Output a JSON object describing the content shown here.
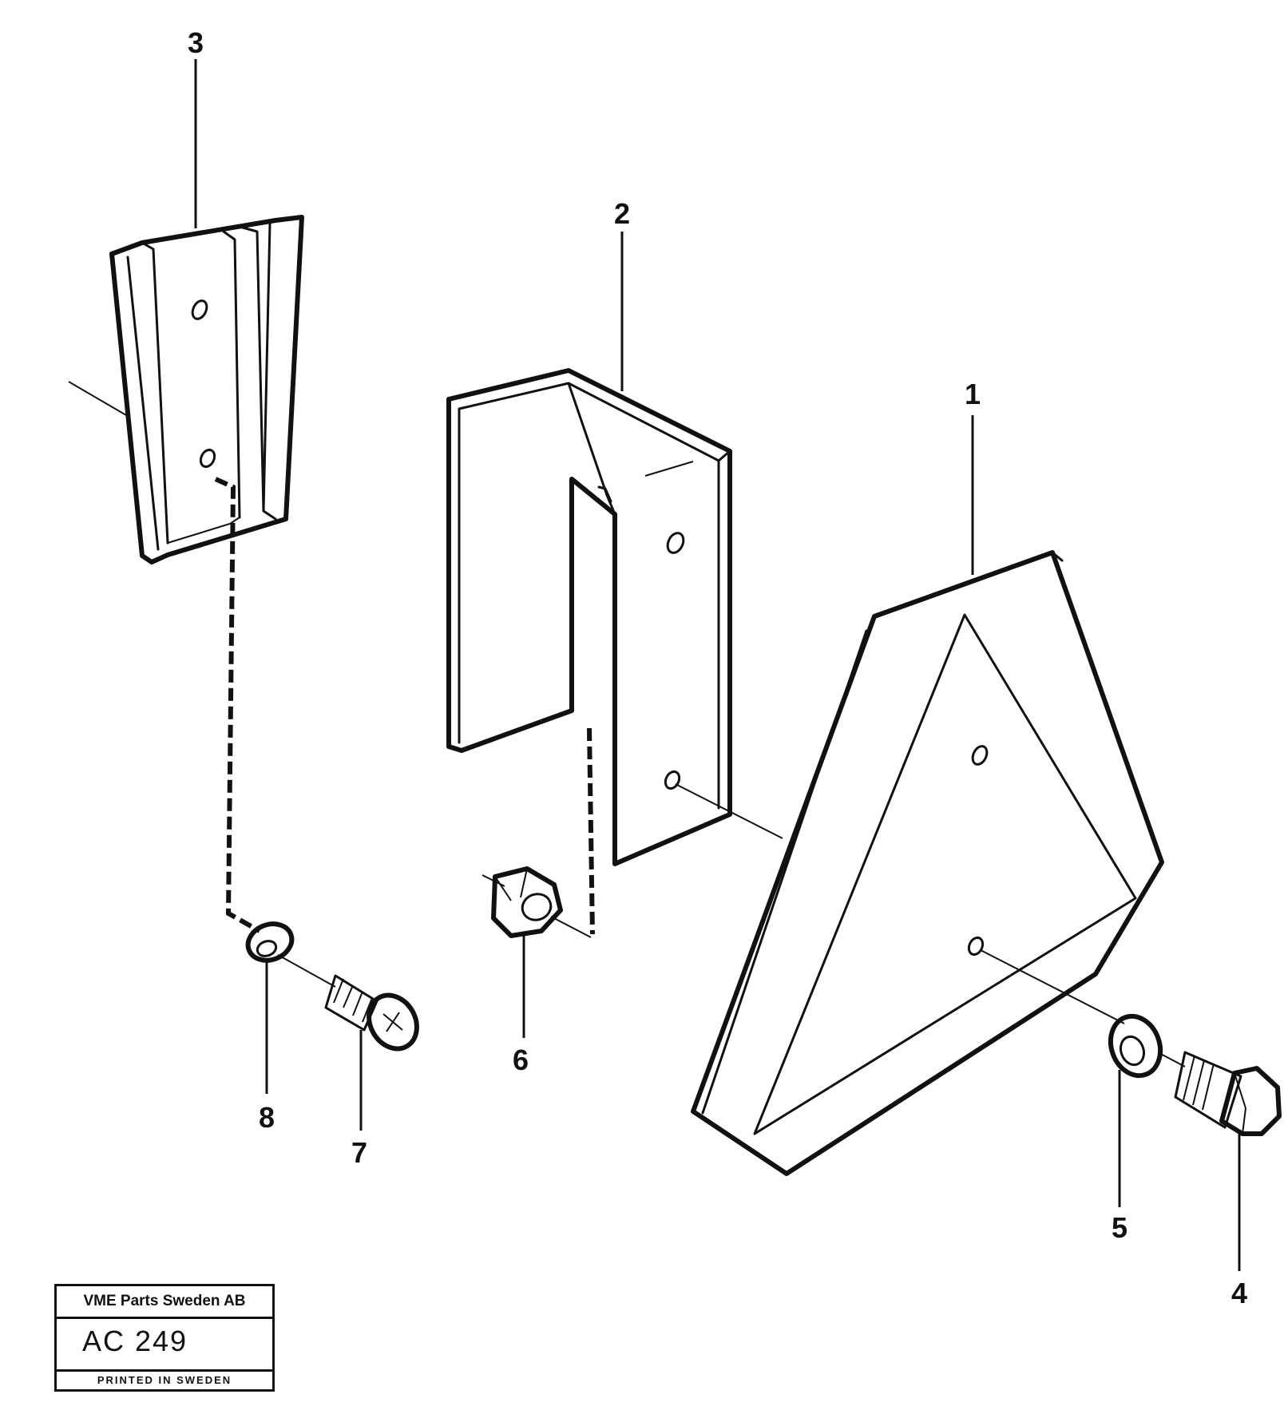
{
  "callouts": [
    {
      "id": "1",
      "label": "1"
    },
    {
      "id": "2",
      "label": "2"
    },
    {
      "id": "3",
      "label": "3"
    },
    {
      "id": "4",
      "label": "4"
    },
    {
      "id": "5",
      "label": "5"
    },
    {
      "id": "6",
      "label": "6"
    },
    {
      "id": "7",
      "label": "7"
    },
    {
      "id": "8",
      "label": "8"
    }
  ],
  "stamp": {
    "company": "VME Parts Sweden AB",
    "code": "AC 249",
    "printed": "PRINTED IN SWEDEN"
  }
}
